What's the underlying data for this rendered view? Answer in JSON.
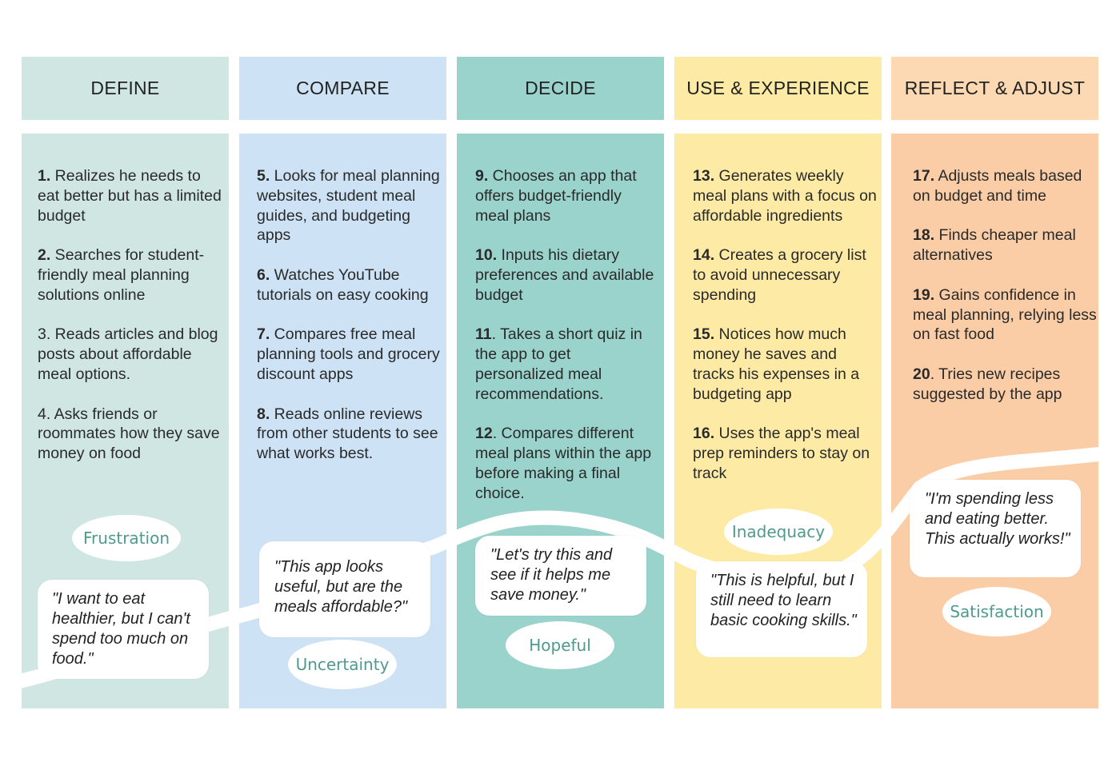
{
  "colors": {
    "define_header": "#cfe6e3",
    "define_body": "#cfe6e3",
    "compare_header": "#cde2f4",
    "compare_body": "#cde2f4",
    "decide_header": "#99d3cc",
    "decide_body": "#99d3cc",
    "use_header": "#fdeaa5",
    "use_body": "#fdeaa5",
    "reflect_header": "#fcd9b2",
    "reflect_body": "#fbcda6",
    "emotion_text": "#4f9a8e",
    "curve": "#ffffff"
  },
  "stages": [
    {
      "title": "DEFINE",
      "steps": [
        {
          "num": "1.",
          "bold": true,
          "text": " Realizes he needs to eat better but has a limited budget"
        },
        {
          "num": "2.",
          "bold": true,
          "text": " Searches for student-friendly meal planning solutions online"
        },
        {
          "num": "3.",
          "bold": false,
          "text": " Reads articles and blog posts about affordable meal options."
        },
        {
          "num": "4.",
          "bold": false,
          "text": " Asks friends or roommates how they save money on food"
        }
      ],
      "emotion": "Frustration",
      "quote": "\"I want to eat healthier, but I can't spend too much on food.\""
    },
    {
      "title": "COMPARE",
      "steps": [
        {
          "num": "5.",
          "bold": true,
          "text": " Looks for meal planning websites, student meal guides, and budgeting apps"
        },
        {
          "num": "6.",
          "bold": true,
          "text": " Watches YouTube tutorials on easy cooking"
        },
        {
          "num": "7.",
          "bold": true,
          "text": " Compares free meal planning tools and grocery discount apps"
        },
        {
          "num": "8.",
          "bold": true,
          "text": " Reads online reviews from other students to see what works best."
        }
      ],
      "emotion": "Uncertainty",
      "quote": "\"This app looks useful, but are the meals affordable?\""
    },
    {
      "title": "DECIDE",
      "steps": [
        {
          "num": "9.",
          "bold": true,
          "text": " Chooses an app that offers budget-friendly meal plans"
        },
        {
          "num": "10.",
          "bold": true,
          "text": " Inputs his dietary preferences and available budget"
        },
        {
          "num": "11",
          "bold": true,
          "text": ". Takes a short quiz in the app to get personalized meal recommendations."
        },
        {
          "num": "12",
          "bold": true,
          "text": ". Compares different meal plans within the app before making a final choice."
        }
      ],
      "emotion": "Hopeful",
      "quote": "\"Let's try this and see if it helps me save money.\""
    },
    {
      "title": "USE & EXPERIENCE",
      "steps": [
        {
          "num": "13.",
          "bold": true,
          "text": " Generates weekly meal plans with a focus on affordable ingredients"
        },
        {
          "num": "14.",
          "bold": true,
          "text": " Creates a grocery list to avoid unnecessary spending"
        },
        {
          "num": "15.",
          "bold": true,
          "text": " Notices how much money he saves and tracks his expenses in a budgeting app"
        },
        {
          "num": "16.",
          "bold": true,
          "text": " Uses the app's meal prep reminders to stay on track"
        }
      ],
      "emotion": "Inadequacy",
      "quote": "\"This is helpful, but I still need to learn basic cooking skills.\""
    },
    {
      "title": "REFLECT & ADJUST",
      "steps": [
        {
          "num": "17.",
          "bold": true,
          "text": " Adjusts meals based on budget and time"
        },
        {
          "num": "18.",
          "bold": true,
          "text": " Finds cheaper meal alternatives"
        },
        {
          "num": "19.",
          "bold": true,
          "text": " Gains confidence in meal planning, relying less on fast food"
        },
        {
          "num": "20",
          "bold": true,
          "text": ". Tries new recipes suggested by the app"
        }
      ],
      "emotion": "Satisfaction",
      "quote": "\"I'm spending less and eating better. This actually works!\""
    }
  ]
}
